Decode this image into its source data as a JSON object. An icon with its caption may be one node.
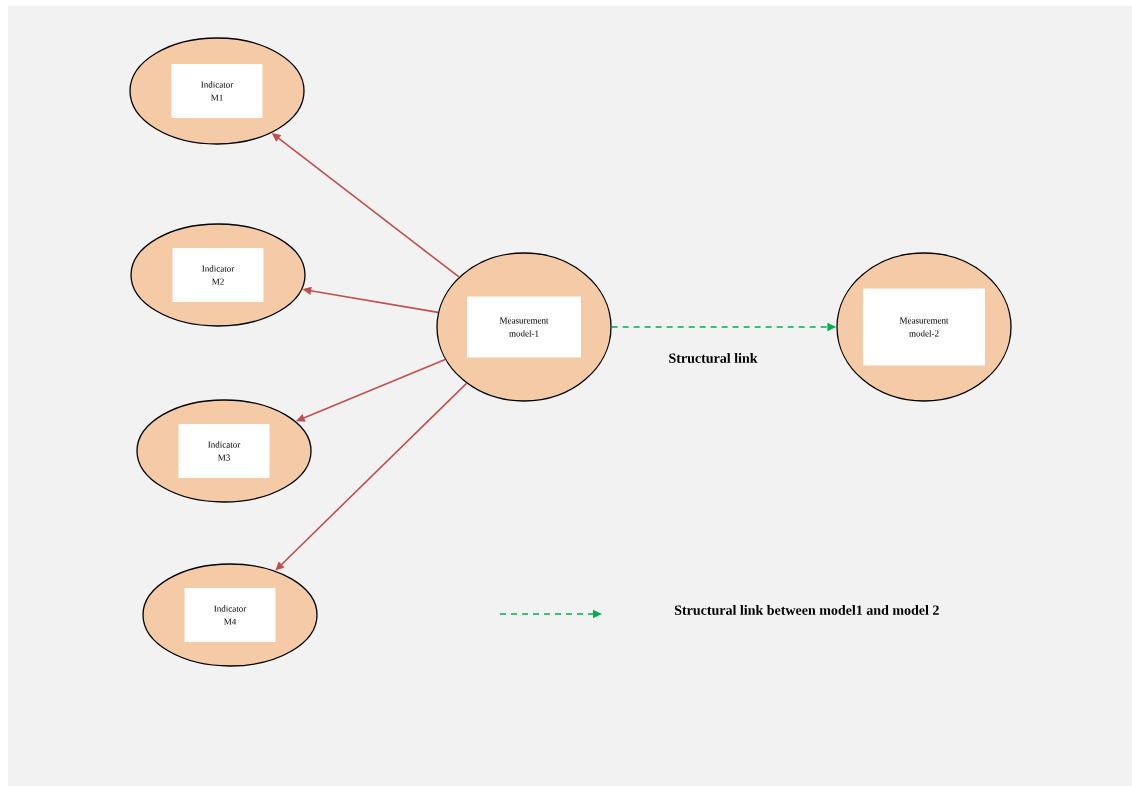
{
  "diagram": {
    "nodes": [
      {
        "text": [
          "Indicator M1"
        ]
      },
      {
        "text": [
          "Indicator M2"
        ]
      },
      {
        "text": [
          "Indicator M3"
        ]
      },
      {
        "text": [
          "Indicator M4"
        ]
      },
      {
        "text": [
          "Measurement model-1"
        ]
      },
      {
        "text": [
          "Measurement model-2"
        ]
      }
    ],
    "edges": [
      {
        "from": 4,
        "to": 0,
        "arrow": "to"
      },
      {
        "from": 4,
        "to": 1,
        "arrow": "to"
      },
      {
        "from": 4,
        "to": 2,
        "arrow": "to"
      },
      {
        "from": 4,
        "to": 3,
        "arrow": "to"
      },
      {
        "from": 4,
        "to": 5,
        "arrow": "to",
        "label": "Structural link",
        "style": "dashed",
        "color": "#00b050"
      }
    ],
    "legend": [
      {
        "text": "Structural link between  model1 and model 2"
      }
    ]
  }
}
